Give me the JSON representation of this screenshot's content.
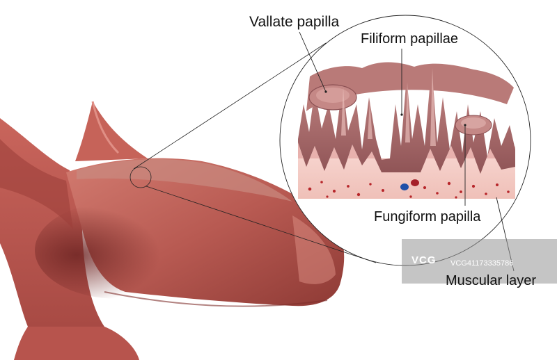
{
  "labels": {
    "vallate": "Vallate papilla",
    "filiform": "Filiform papillae",
    "fungiform": "Fungiform papilla",
    "muscular": "Muscular layer"
  },
  "watermark": {
    "logo": "VCG",
    "id": "VCG41173335786"
  },
  "colors": {
    "tongue": "#c2675e",
    "tongue_dark": "#7e2f2b",
    "tissue_pink": "#d89a98",
    "muscle_layer": "#f1c6c0",
    "background": "#ffffff"
  }
}
